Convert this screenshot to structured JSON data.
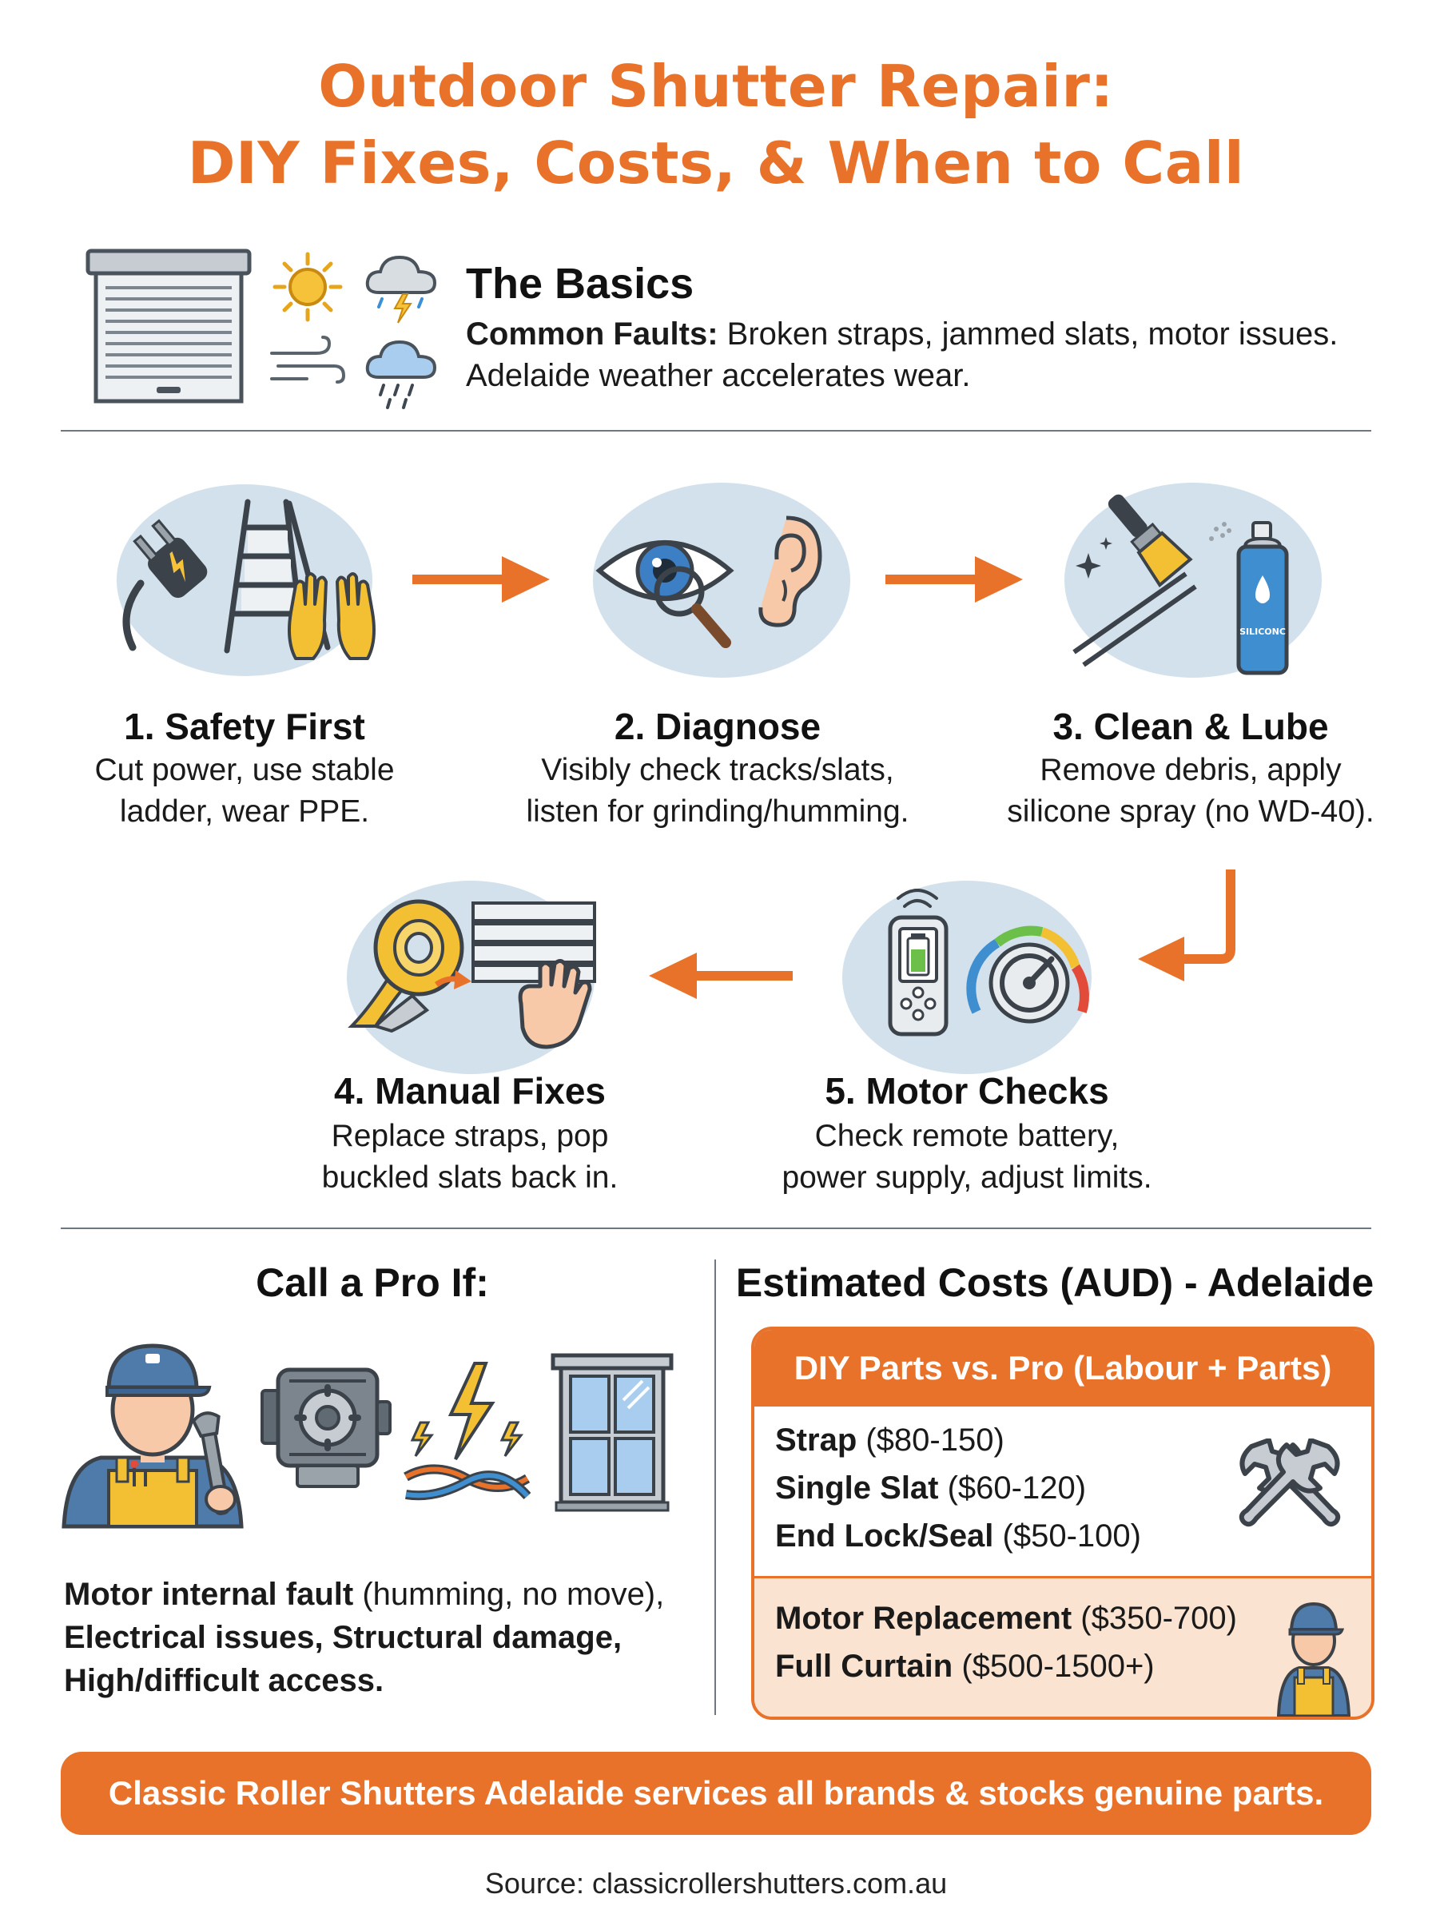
{
  "title": {
    "line1": "Outdoor Shutter Repair:",
    "line2": "DIY Fixes, Costs, & When to Call"
  },
  "basics": {
    "heading": "The Basics",
    "faults_label": "Common Faults:",
    "faults_text": " Broken straps, jammed slats, motor issues.",
    "line2": "Adelaide weather accelerates wear.",
    "icons": [
      "roller-shutter-icon",
      "sun-icon",
      "storm-cloud-icon",
      "wind-icon",
      "rain-cloud-icon"
    ]
  },
  "steps": [
    {
      "title": "1. Safety First",
      "desc1": "Cut power, use stable",
      "desc2": "ladder, wear PPE.",
      "icons": [
        "plug-icon",
        "ladder-icon",
        "gloves-icon"
      ]
    },
    {
      "title": "2. Diagnose",
      "desc1": "Visibly check tracks/slats,",
      "desc2": "listen for grinding/humming.",
      "icons": [
        "eye-icon",
        "magnifier-icon",
        "ear-icon"
      ]
    },
    {
      "title": "3. Clean & Lube",
      "desc1": "Remove debris, apply",
      "desc2": "silicone spray (no WD-40).",
      "icons": [
        "brush-icon",
        "spray-can-icon"
      ],
      "spray_label": "SILICONC"
    },
    {
      "title": "4. Manual Fixes",
      "desc1": "Replace straps, pop",
      "desc2": "buckled slats back in.",
      "icons": [
        "strap-roll-icon",
        "slats-icon",
        "hand-icon"
      ]
    },
    {
      "title": "5. Motor Checks",
      "desc1": "Check remote battery,",
      "desc2": "power supply, adjust limits.",
      "icons": [
        "remote-icon",
        "gauge-icon"
      ]
    }
  ],
  "pro": {
    "heading": "Call a Pro If:",
    "items": [
      {
        "bold": "Motor internal fault",
        "rest": " (humming, no move),"
      },
      {
        "bold": "Electrical issues, Structural damage,",
        "rest": ""
      },
      {
        "bold": "High/difficult access.",
        "rest": ""
      }
    ],
    "icons": [
      "technician-icon",
      "motor-icon",
      "electrical-icon",
      "window-icon"
    ]
  },
  "costs": {
    "heading": "Estimated Costs (AUD) - Adelaide",
    "box_heading": "DIY Parts vs. Pro (Labour + Parts)",
    "diy": [
      {
        "bold": "Strap",
        "rest": " ($80-150)"
      },
      {
        "bold": "Single Slat",
        "rest": " ($60-120)"
      },
      {
        "bold": "End Lock/Seal",
        "rest": " ($50-100)"
      }
    ],
    "pro": [
      {
        "bold": "Motor Replacement",
        "rest": " ($350-700)"
      },
      {
        "bold": "Full Curtain",
        "rest": " ($500-1500+)"
      }
    ],
    "icons": [
      "wrenches-icon",
      "technician-icon"
    ]
  },
  "banner": "Classic Roller Shutters Adelaide services all brands & stocks genuine parts.",
  "source": "Source: classicrollershutters.com.au",
  "colors": {
    "accent": "#e8722a",
    "circle": "#d3e1ec",
    "divider": "#6f7780",
    "pro_fill": "#fbe3d1"
  }
}
